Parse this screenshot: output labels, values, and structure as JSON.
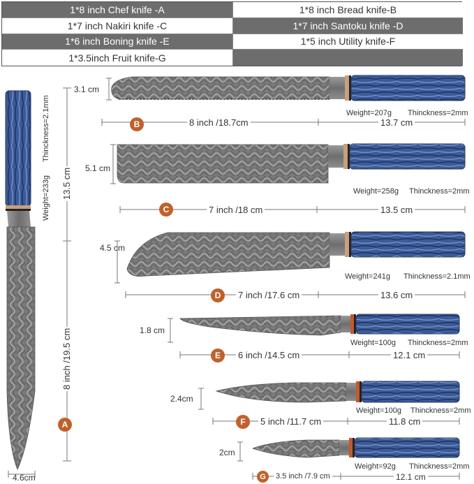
{
  "legend": [
    "1*8 inch Chef knife -A",
    "1*8 inch Bread knife-B",
    "1*7 inch Nakiri knife -C",
    "1*7 inch Santoku knife -D",
    "1*6 inch Boning knife -E",
    "1*5 inch Utility knife-F",
    "1*3.5inch Fruit knife-G",
    ""
  ],
  "chef": {
    "letter": "A",
    "weight": "Weight=233g",
    "thickness": "Thinckness=2.1mm",
    "handle_len": "13.5 cm",
    "blade_len": "8 inch /19.5 cm",
    "width": "4.6cm"
  },
  "bread": {
    "letter": "B",
    "height": "3.1 cm",
    "blade_len": "8 inch /18.7cm",
    "handle_len": "13.7 cm",
    "weight": "Weight=207g",
    "thickness": "Thinckness=2mm"
  },
  "nakiri": {
    "letter": "C",
    "height": "5.1 cm",
    "blade_len": "7 inch /18 cm",
    "handle_len": "13.5 cm",
    "weight": "Weight=258g",
    "thickness": "Thinckness=2mm"
  },
  "santoku": {
    "letter": "D",
    "height": "4.5 cm",
    "blade_len": "7 inch /17.6 cm",
    "handle_len": "13.6 cm",
    "weight": "Weight=241g",
    "thickness": "Thinckness=2.1mm"
  },
  "boning": {
    "letter": "E",
    "height": "1.8 cm",
    "blade_len": "6 inch /14.5 cm",
    "handle_len": "12.1 cm",
    "weight": "Weight=100g",
    "thickness": "Thinckness=2mm"
  },
  "utility": {
    "letter": "F",
    "height": "2.4cm",
    "blade_len": "5 inch /11.7 cm",
    "handle_len": "11.8 cm",
    "weight": "Weight=100g",
    "thickness": "Thinckness=2mm"
  },
  "fruit": {
    "letter": "G",
    "height": "2cm",
    "blade_len": "3.5 inch /7.9 cm",
    "handle_len": "12.1 cm",
    "weight": "Weight=92g",
    "thickness": "Thinckness=2mm"
  },
  "colors": {
    "handle_blue": "#3b5b9a",
    "badge": "#c0612c",
    "table_dark": "#6d6d6d"
  }
}
